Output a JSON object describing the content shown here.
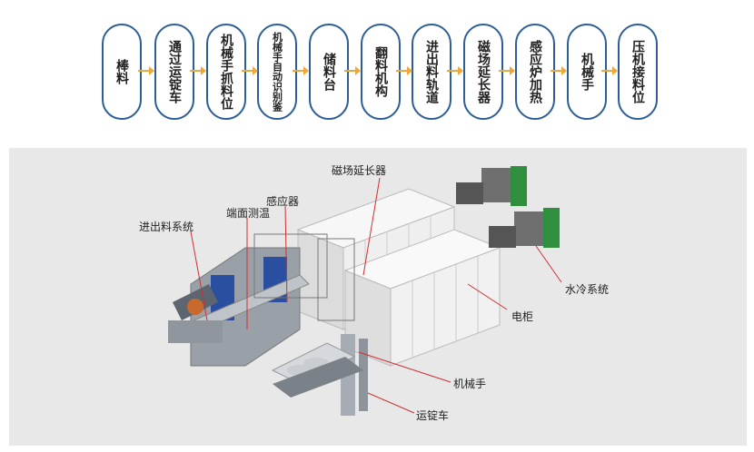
{
  "flow_steps": [
    "棒料",
    "通过运锭车",
    "机械手抓料位",
    "机械手自动识别鉴",
    "储料台",
    "翻料机构",
    "进出料轨道",
    "磁场延长器",
    "感应炉加热",
    "机械手",
    "压机接料位"
  ],
  "labels": {
    "magnetic_extender": "磁场延长器",
    "feed_system": "进出料系统",
    "end_temp": "端面测温",
    "inductor": "感应器",
    "water_cooling": "水冷系统",
    "cabinet": "电柜",
    "robot": "机械手",
    "ingot_car": "运锭车"
  },
  "colors": {
    "step_border": "#2d5e96",
    "arrow": "#f0a73a",
    "leader": "#d03030"
  }
}
